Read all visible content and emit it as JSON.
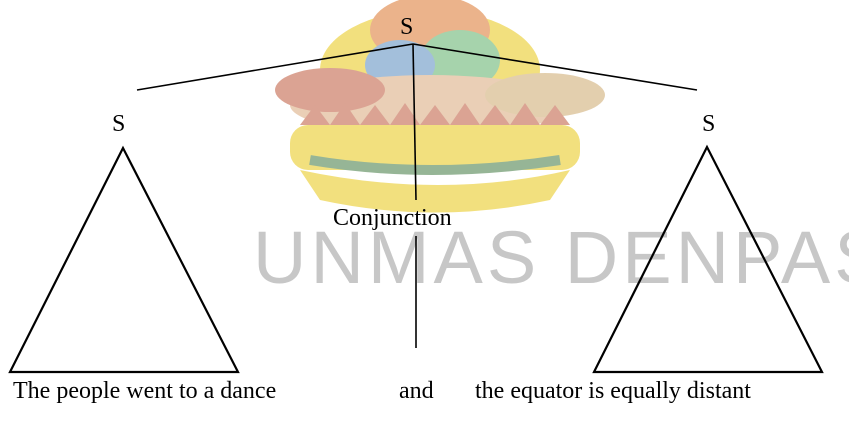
{
  "diagram": {
    "root_label": "S",
    "left_label": "S",
    "right_label": "S",
    "conjunction_label": "Conjunction",
    "left_clause": "The people went to a dance",
    "conjunction_word": "and",
    "right_clause": "the equator is equally distant"
  },
  "watermark": {
    "text": "UNMAS DENPASAR",
    "colors": {
      "green": "#4fa85b",
      "yellow": "#e6c200",
      "orange": "#d86a1a",
      "blue": "#4a80b8",
      "red": "#b84a2a"
    }
  }
}
